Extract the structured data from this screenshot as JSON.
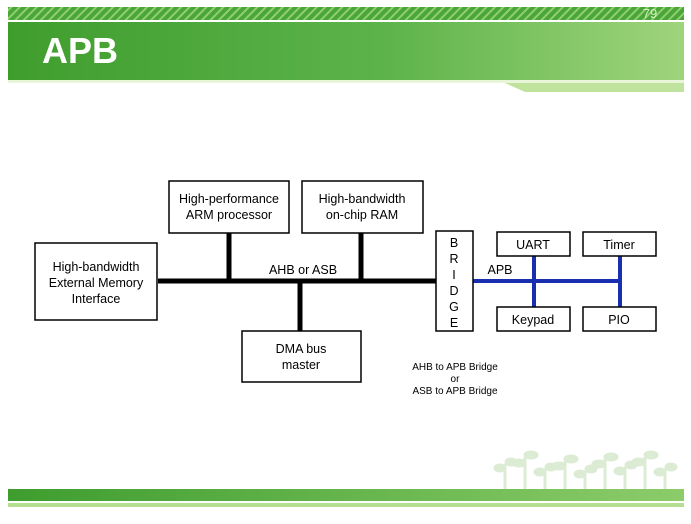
{
  "slide": {
    "page_number": "79",
    "title": "APB"
  },
  "colors": {
    "header_green_dark": "#3a9a2a",
    "header_green_light": "#b7df91",
    "apb_bus": "#1a2fb0",
    "ahb_bus": "#000000"
  },
  "diagram": {
    "blocks": {
      "external_memory": [
        "High-bandwidth",
        "External Memory",
        "Interface"
      ],
      "arm_processor": [
        "High-performance",
        "ARM processor"
      ],
      "onchip_ram": [
        "High-bandwidth",
        "on-chip RAM"
      ],
      "dma_master": [
        "DMA bus",
        "master"
      ],
      "bridge_letters": [
        "B",
        "R",
        "I",
        "D",
        "G",
        "E"
      ],
      "uart": "UART",
      "timer": "Timer",
      "keypad": "Keypad",
      "pio": "PIO"
    },
    "bus_labels": {
      "ahb": "AHB or ASB",
      "apb": "APB"
    },
    "caption": [
      "AHB to APB Bridge",
      "or",
      "ASB to APB Bridge"
    ]
  }
}
